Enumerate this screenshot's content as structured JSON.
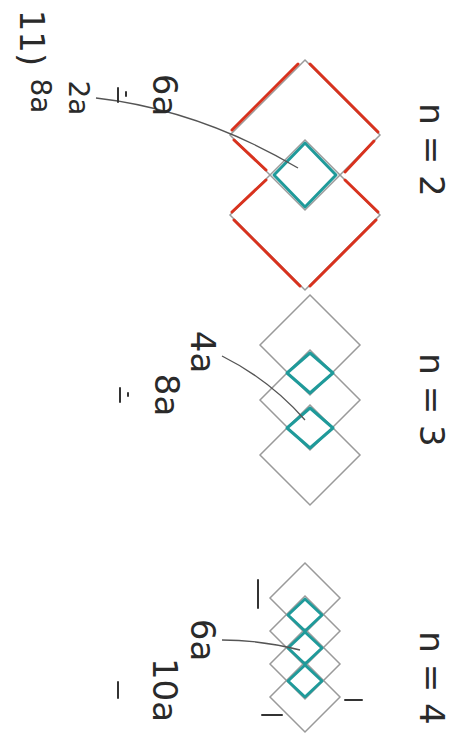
{
  "diagram": {
    "labels": [
      "11)",
      "8a",
      "2a",
      "n = 2",
      "6a",
      "4a",
      "n = 3",
      "8a",
      "6a",
      "n = 4",
      "10a"
    ]
  }
}
